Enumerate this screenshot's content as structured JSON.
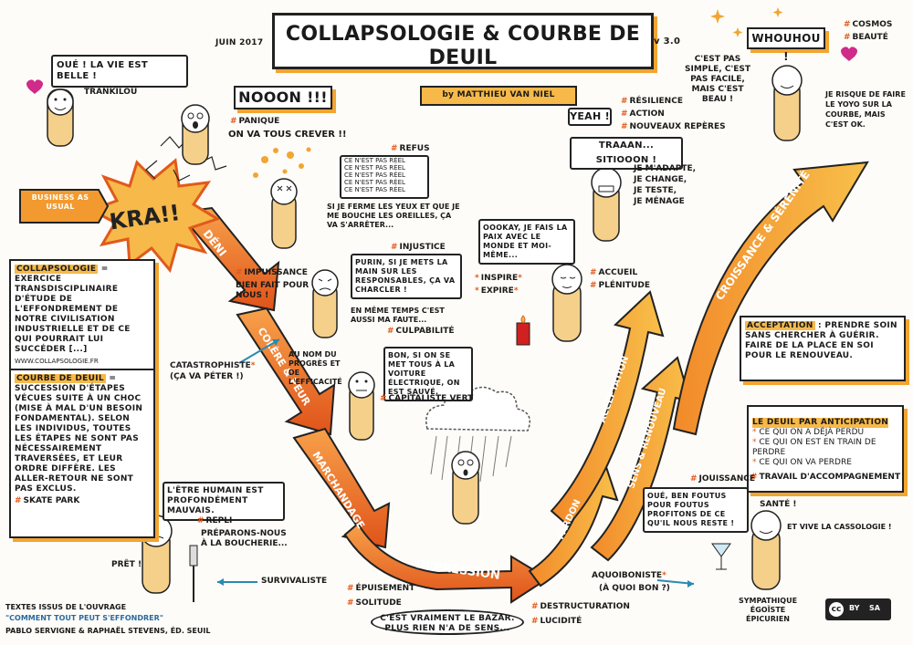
{
  "title": {
    "date": "JUIN 2017",
    "main": "COLLAPSOLOGIE & COURBE DE DEUIL",
    "version": "v 3.0",
    "author": "by MATTHIEU VAN NIEL"
  },
  "curve_labels": {
    "deni": "DÉNI",
    "colere": "COLÈRE & PEUR",
    "marchandage": "MARCHANDAGE",
    "depression": "DÉPRESSION",
    "pardon": "PARDON",
    "sens": "SENS & RENOUVEAU",
    "acceptation": "ACCEPTATION",
    "croissance": "CROISSANCE & SÉRÉNITÉ"
  },
  "kraa": "KRA!!",
  "business_as_usual": "BUSINESS AS USUAL",
  "top_left": {
    "bubble": "OUÉ ! LA VIE EST BELLE !",
    "tranquilou": "TRANKILOU"
  },
  "panic": {
    "bubble": "NOOON !!!",
    "tag": "PANIQUE",
    "line": "ON VA TOUS CREVER !!"
  },
  "refus": {
    "tag": "REFUS",
    "lines": [
      "CE N'EST PAS RÉEL",
      "CE N'EST PAS RÉEL",
      "CE N'EST PAS RÉEL",
      "CE N'EST PAS RÉEL",
      "CE N'EST PAS RÉEL"
    ],
    "caption": "SI JE FERME LES YEUX ET QUE JE ME BOUCHE LES OREILLES, ÇA VA S'ARRÊTER..."
  },
  "impuissance": {
    "tag": "IMPUISSANCE",
    "text": "BIEN FAIT POUR NOUS !"
  },
  "injustice": {
    "tag": "INJUSTICE",
    "bubble": "PURIN, SI JE METS LA MAIN SUR LES RESPONSABLES, ÇA VA CHARCLER !",
    "line": "EN MÊME TEMPS C'EST AUSSI MA FAUTE...",
    "tag2": "CULPABILITÉ"
  },
  "catastrophiste": {
    "tag": "CATASTROPHISTE",
    "text": "(ÇA VA PÉTER !)"
  },
  "progres": {
    "left": "AU NOM DU PROGRÈS ET DE L'EFFICACITÉ",
    "bubble": "BON, SI ON SE MET TOUS À LA VOITURE ÉLECTRIQUE, ON EST SAUVÉ.",
    "tag": "CAPITALISTE VERT"
  },
  "collapsologie_def": {
    "term": "COLLAPSOLOGIE",
    "text": "= EXERCICE TRANSDISCIPLINAIRE D'ÉTUDE DE L'EFFONDREMENT DE NOTRE CIVILISATION INDUSTRIELLE ET DE CE QUI POURRAIT LUI SUCCÉDER [...]",
    "url": "WWW.COLLAPSOLOGIE.FR"
  },
  "courbe_def": {
    "term": "COURBE DE DEUIL",
    "text": "= SUCCESSION D'ÉTAPES VÉCUES SUITE À UN CHOC (MISE À MAL D'UN BESOIN FONDAMENTAL). SELON LES INDIVIDUS, TOUTES LES ÉTAPES NE SONT PAS NÉCESSAIREMENT TRAVERSÉES, ET LEUR ORDRE DIFFÈRE. LES ALLER-RETOUR NE SONT PAS EXCLUS.",
    "tag": "SKATE PARK"
  },
  "survivaliste": {
    "bubble": "L'ÊTRE HUMAIN EST PROFONDÉMENT MAUVAIS.",
    "tag": "REPLI",
    "line": "PRÉPARONS-NOUS À LA BOUCHERIE...",
    "pret": "PRÊT !",
    "label": "SURVIVALISTE"
  },
  "credits": {
    "line1": "TEXTES ISSUS DE L'OUVRAGE",
    "line2": "\"COMMENT TOUT PEUT S'EFFONDRER\"",
    "line3": "PABLO SERVIGNE & RAPHAËL STEVENS, ÉD. SEUIL"
  },
  "depression_tags": {
    "epuisement": "ÉPUISEMENT",
    "solitude": "SOLITUDE",
    "bubble": "C'EST VRAIMENT LE BAZAR. PLUS RIEN N'A DE SENS...",
    "destructuration": "DESTRUCTURATION",
    "lucidite": "LUCIDITÉ"
  },
  "aquoiboniste": {
    "label": "AQUOIBONISTE",
    "text": "(À QUOI BON ?)"
  },
  "calm": {
    "bubble": "OOOKAY, JE FAIS LA PAIX AVEC LE MONDE ET MOI-MÊME...",
    "inspire": "INSPIRE",
    "expire": "EXPIRE",
    "accueil": "ACCUEIL",
    "plenitude": "PLÉNITUDE"
  },
  "yeah": {
    "bubble1": "YEAH !",
    "tags": [
      "RÉSILIENCE",
      "ACTION",
      "NOUVEAUX REPÈRES"
    ],
    "bubble2": "TRAAAN... SITIOOON !",
    "lines": [
      "JE M'ADAPTE,",
      "JE CHANGE,",
      "JE TESTE,",
      "JE MÉNAGE"
    ]
  },
  "whouhou": {
    "bubble": "WHOUHOU !",
    "tags": [
      "COSMOS",
      "BEAUTÉ"
    ],
    "left": "C'EST PAS SIMPLE, C'EST PAS FACILE, MAIS C'EST BEAU !",
    "right": "JE RISQUE DE FAIRE LE YOYO SUR LA COURBE, MAIS C'EST OK."
  },
  "acceptation_def": {
    "term": "ACCEPTATION",
    "text": ": PRENDRE SOIN SANS CHERCHER À GUÉRIR. FAIRE DE LA PLACE EN SOI POUR LE RENOUVEAU."
  },
  "deuil_anticipation": {
    "term": "LE DEUIL PAR ANTICIPATION",
    "items": [
      "CE QUI ON A DÉJÀ PERDU",
      "CE QUI ON EST EN TRAIN DE PERDRE",
      "CE QUI ON VA PERDRE"
    ],
    "tag": "TRAVAIL D'ACCOMPAGNEMENT"
  },
  "sympathique": {
    "tag": "JOUISSANCE",
    "bubble": "OUÉ, BEN FOUTUS POUR FOUTUS PROFITONS DE CE QU'IL NOUS RESTE !",
    "sante": "SANTÉ !",
    "vive": "ET VIVE LA CASSOLOGIE !",
    "label": "SYMPATHIQUE ÉGOÏSTE ÉPICURIEN"
  },
  "license": {
    "cc": "cc",
    "by": "BY",
    "sa": "SA"
  },
  "colors": {
    "orange_dark": "#e05a1c",
    "orange": "#f39a2b",
    "yellow": "#f7c04a",
    "accent": "#f6b94a"
  }
}
